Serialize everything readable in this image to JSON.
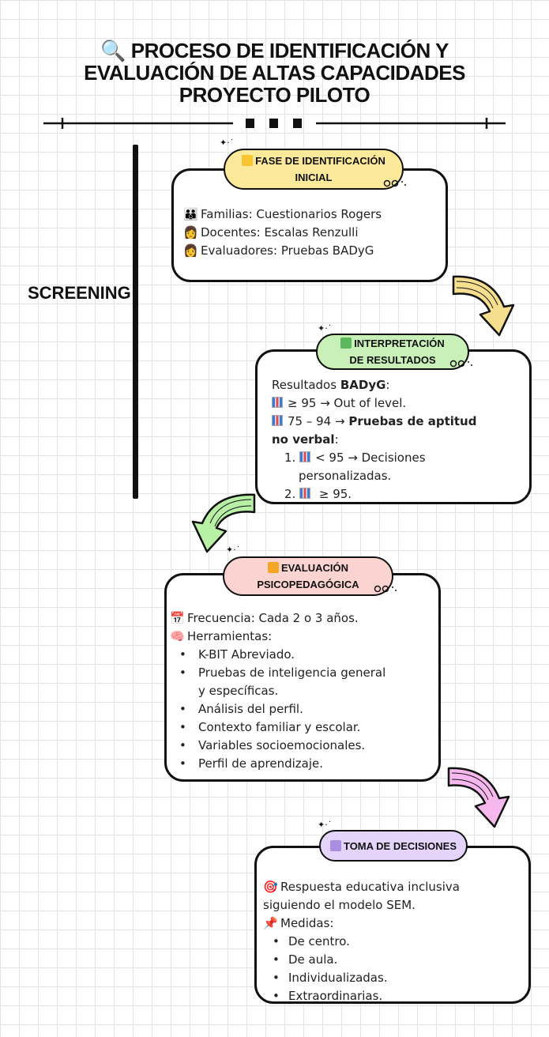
{
  "title": {
    "line1": "PROCESO DE IDENTIFICACIÓN Y",
    "line2": "EVALUACIÓN DE ALTAS CAPACIDADES",
    "line3": "PROYECTO PILOTO",
    "icon": "magnifier-icon"
  },
  "side_label": "SCREENING",
  "colors": {
    "yellow": "#fde99a",
    "green": "#c9f0b8",
    "pink": "#fbd3d1",
    "purple": "#e4d4fb",
    "arrow_yellow": "#f5df8f",
    "arrow_green": "#b8f0a6",
    "arrow_pink": "#f7b8ee"
  },
  "phase1": {
    "label_line1": "FASE DE IDENTIFICACIÓN",
    "label_line2": "INICIAL",
    "items": [
      {
        "icon": "family-icon",
        "text": "Familias: Cuestionarios Rogers"
      },
      {
        "icon": "teacher-icon",
        "text": "Docentes: Escalas Renzulli"
      },
      {
        "icon": "evaluator-icon",
        "text": "Evaluadores: Pruebas BADyG"
      }
    ]
  },
  "phase2": {
    "label_line1": "INTERPRETACIÓN",
    "label_line2": "DE RESULTADOS",
    "intro": "Resultados ",
    "intro_bold": "BADyG",
    "intro_end": ":",
    "line1": "≥ 95 → Out of level.",
    "line2_a": "75 – 94 → ",
    "line2_bold": "Pruebas de aptitud",
    "line3_bold": "no verbal",
    "line3_end": ":",
    "sub1_num": "1.",
    "sub1_text": "< 95 → Decisiones",
    "sub1_cont": "personalizadas.",
    "sub2_num": "2.",
    "sub2_text": " ≥ 95."
  },
  "phase3": {
    "label_line1": "EVALUACIÓN",
    "label_line2": "PSICOPEDAGÓGICA",
    "freq_icon": "calendar-icon",
    "freq": "Frecuencia: Cada 2 o 3 años.",
    "tools_icon": "brain-icon",
    "tools": "Herramientas:",
    "bullets": [
      "K-BIT Abreviado.",
      "Pruebas de inteligencia general",
      "y específicas.",
      "Análisis del perfil.",
      "Contexto familiar y escolar.",
      "Variables socioemocionales.",
      "Perfil de aprendizaje."
    ]
  },
  "phase4": {
    "label": "TOMA DE DECISIONES",
    "resp_icon": "target-icon",
    "resp_line1": "Respuesta educativa inclusiva",
    "resp_line2": "siguiendo el modelo SEM.",
    "measures_icon": "pushpin-icon",
    "measures": "Medidas:",
    "bullets": [
      "De centro.",
      "De aula.",
      "Individualizadas.",
      "Extraordinarias."
    ]
  }
}
